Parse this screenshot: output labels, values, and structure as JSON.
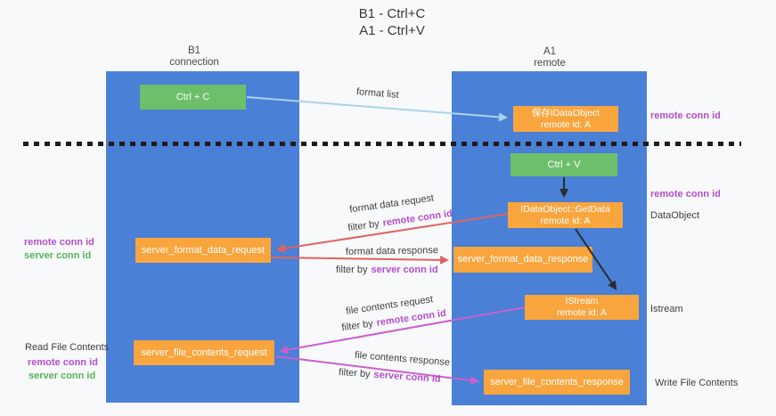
{
  "title": {
    "line1": "B1 - Ctrl+C",
    "line2": "A1 - Ctrl+V"
  },
  "colors": {
    "bg": "#f8f9fa",
    "lane": "#4a80d5",
    "green": "#6dbf6b",
    "orange": "#f9a53e",
    "magenta": "#b44ecc",
    "green-text": "#53b556",
    "arrow-red": "#e0635f",
    "arrow-magenta": "#ca5ecf",
    "arrow-blue": "#a9d2ef",
    "arrow-black": "#2b2b2b",
    "text-dark": "#3e3e3e",
    "dash": "#1c1c1c"
  },
  "lanes": {
    "left": {
      "name": "B1",
      "role": "connection"
    },
    "right": {
      "name": "A1",
      "role": "remote"
    }
  },
  "boxes": {
    "ctrl_c": "Ctrl + C",
    "ctrl_v": "Ctrl + V",
    "save_idataobject": {
      "line1": "保存IDataObject",
      "line2": "remote id: A"
    },
    "getdata": {
      "line1": "IDataObject::GetData",
      "line2": "remote id: A"
    },
    "istream": {
      "line1": "IStream",
      "line2": "remote id: A"
    },
    "server_format_data_request": "server_format_data_request",
    "server_format_data_response": "server_format_data_response",
    "server_file_contents_request": "server_file_contents_request",
    "server_file_contents_response": "server_file_contents_response"
  },
  "arrow_labels": {
    "format_list": "format list",
    "format_data_request": "format data request",
    "format_data_response": "format data response",
    "file_contents_request": "file contents request",
    "file_contents_response": "file contents response",
    "filter_by": "filter by",
    "remote_conn_id": "remote conn id",
    "server_conn_id": "server conn id"
  },
  "side_labels": {
    "remote_conn_id": "remote conn id",
    "server_conn_id": "server conn id",
    "read_file_contents": "Read File Contents",
    "write_file_contents": "Write File Contents",
    "dataobject": "DataObject",
    "istream": "Istream"
  }
}
